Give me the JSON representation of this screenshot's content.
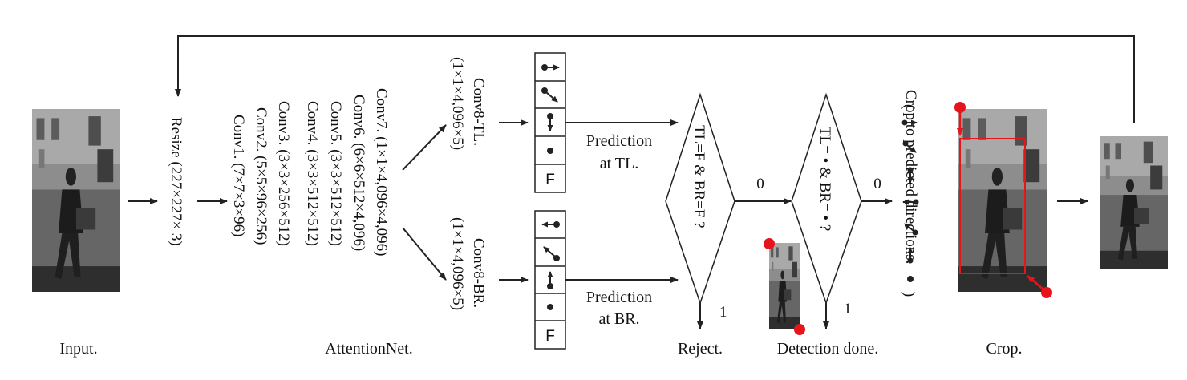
{
  "labels": {
    "input": "Input.",
    "resize": "Resize (227×227× 3)",
    "attentionnet": "AttentionNet.",
    "conv_layers": [
      "Conv1. (7×7×3×96)",
      "Conv2. (5×5×96×256)",
      "Conv3. (3×3×256×512)",
      "Conv4. (3×3×512×512)",
      "Conv5. (3×3×512×512)",
      "Conv6. (6×6×512×4,096)",
      "Conv7. (1×1×4,096×4,096)"
    ],
    "conv8_tl_name": "Conv8-TL.",
    "conv8_tl_dim": "(1×1×4,096×5)",
    "conv8_br_name": "Conv8-BR.",
    "conv8_br_dim": "(1×1×4,096×5)",
    "stop_symbol": "F",
    "pred_tl_line1": "Prediction",
    "pred_tl_line2": "at TL.",
    "pred_br_line1": "Prediction",
    "pred_br_line2": "at BR.",
    "diamond1": "TL=F & BR=F ?",
    "diamond2": "TL= • & BR= • ?",
    "zero1": "0",
    "zero2": "0",
    "one1": "1",
    "one2": "1",
    "reject": "Reject.",
    "detection_done": "Detection done.",
    "crop_title": "Crop to predicted directions.",
    "paren_open": "(",
    "paren_close": ")",
    "crop": "Crop."
  },
  "colors": {
    "line": "#222222",
    "annotation": "#e8141c"
  },
  "icons": {
    "tl_outputs": [
      "arrow-right-icon",
      "arrow-down-right-icon",
      "arrow-down-icon",
      "dot-icon",
      "stop-F-icon"
    ],
    "br_outputs": [
      "arrow-left-icon",
      "arrow-up-left-icon",
      "arrow-up-icon",
      "dot-icon",
      "stop-F-icon"
    ],
    "crop_directions": [
      "arrow-right-icon",
      "arrow-down-right-icon",
      "arrow-down-icon",
      "arrow-left-icon",
      "arrow-up-left-icon",
      "arrow-up-icon",
      "dot-icon"
    ]
  }
}
